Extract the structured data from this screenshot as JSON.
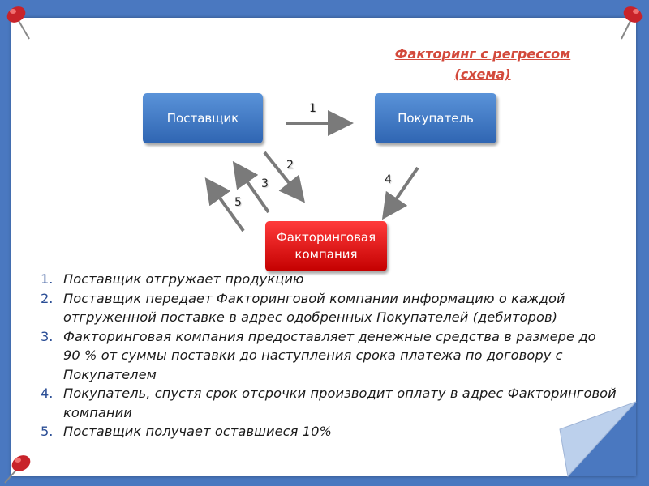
{
  "title_line1": "Факторинг с регрессом",
  "title_line2": "(схема)",
  "nodes": {
    "supplier": "Поставщик",
    "buyer": "Покупатель",
    "factor_line1": "Факторинговая",
    "factor_line2": "компания"
  },
  "arrows": {
    "a1": "1",
    "a2": "2",
    "a3": "3",
    "a4": "4",
    "a5": "5"
  },
  "steps": [
    {
      "num": "1.",
      "text": "Поставщик отгружает продукцию"
    },
    {
      "num": "2.",
      "text": "Поставщик передает Факторинговой компании информацию о каждой отгруженной поставке в адрес одобренных Покупателей (дебиторов)"
    },
    {
      "num": "3.",
      "text": "Факторинговая компания предоставляет денежные средства в размере до 90 % от суммы поставки до наступления срока платежа по договору с Покупателем"
    },
    {
      "num": "4.",
      "text": "Покупатель, спустя срок отсрочки производит оплату в адрес Факторинговой компании"
    },
    {
      "num": "5.",
      "text": "Поставщик получает оставшиеся 10%"
    }
  ],
  "colors": {
    "background": "#4a78c0",
    "title": "#d34a3c",
    "blue_box": "#3a74c2",
    "red_box": "#e01010"
  }
}
